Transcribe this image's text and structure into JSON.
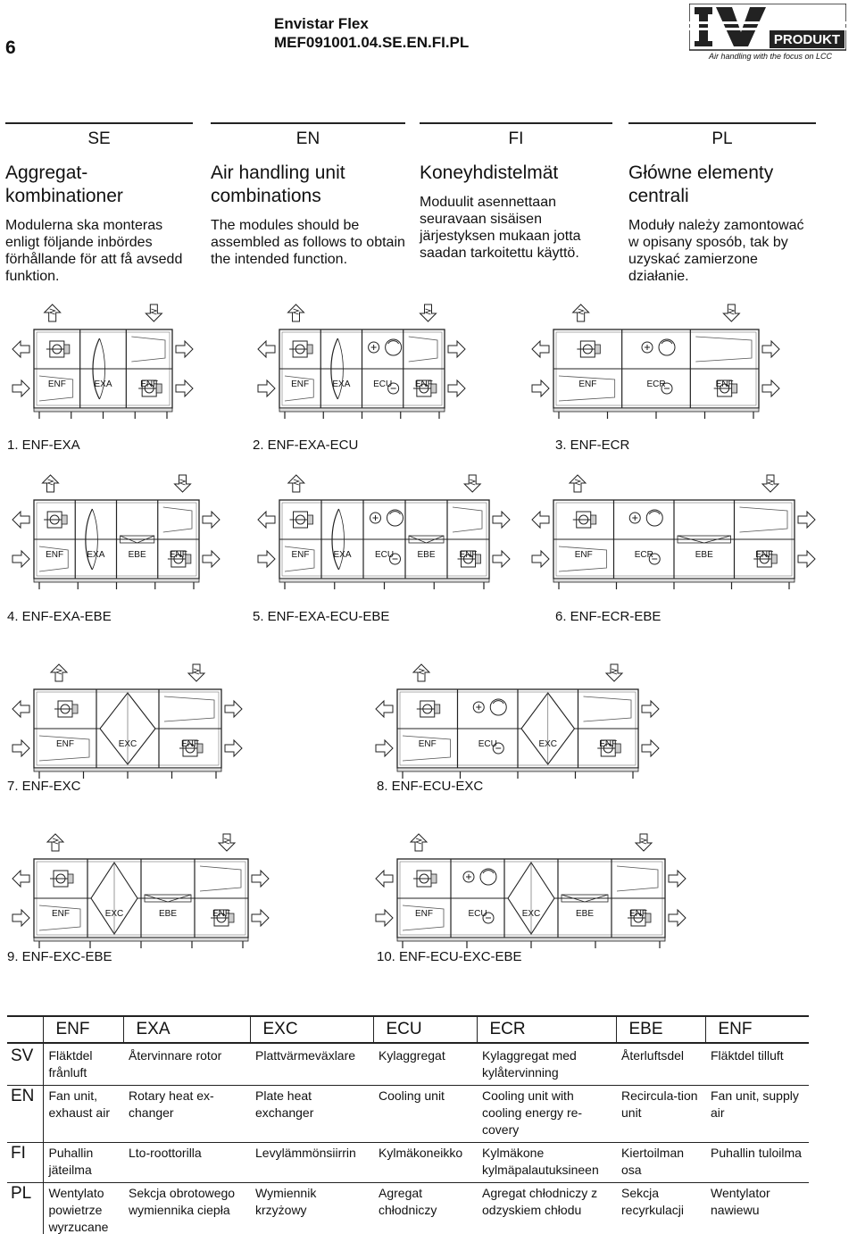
{
  "header": {
    "page_number": "6",
    "title_line1": "Envistar Flex",
    "title_line2": "MEF091001.04.SE.EN.FI.PL",
    "logo_tagline": "Air handling with the focus on LCC"
  },
  "columns": [
    {
      "code": "SE",
      "heading": "Aggregat-kombinationer",
      "body": "Modulerna ska monteras enligt följande inbördes förhållande för att få avsedd funktion."
    },
    {
      "code": "EN",
      "heading": "Air handling unit combinations",
      "body": "The modules should be assembled as follows to obtain the intended function."
    },
    {
      "code": "FI",
      "heading": "Koneyhdistelmät",
      "body": "Moduulit asennettaan seuravaan sisäisen järjestyksen mukaan jotta saadan tarkoitettu käyttö."
    },
    {
      "code": "PL",
      "heading": "Główne elementy centrali",
      "body": "Moduły należy zamontować w opisany sposób, tak by uzyskać zamierzone działanie."
    }
  ],
  "diagrams": [
    {
      "caption": "1. ENF-EXA",
      "labels": [
        "ENF",
        "EXA",
        "ENF"
      ]
    },
    {
      "caption": "2. ENF-EXA-ECU",
      "labels": [
        "ENF",
        "EXA",
        "ECU",
        "ENF"
      ]
    },
    {
      "caption": "3. ENF-ECR",
      "labels": [
        "ENF",
        "ECR",
        "ENF"
      ]
    },
    {
      "caption": "4. ENF-EXA-EBE",
      "labels": [
        "ENF",
        "EXA",
        "EBE",
        "ENF"
      ]
    },
    {
      "caption": "5. ENF-EXA-ECU-EBE",
      "labels": [
        "ENF",
        "EXA",
        "ECU",
        "EBE",
        "ENF"
      ]
    },
    {
      "caption": "6. ENF-ECR-EBE",
      "labels": [
        "ENF",
        "ECR",
        "EBE",
        "ENF"
      ]
    },
    {
      "caption": "7. ENF-EXC",
      "labels": [
        "ENF",
        "EXC",
        "ENF"
      ]
    },
    {
      "caption": "8. ENF-ECU-EXC",
      "labels": [
        "ENF",
        "ECU",
        "EXC",
        "ENF"
      ]
    },
    {
      "caption": "9. ENF-EXC-EBE",
      "labels": [
        "ENF",
        "EXC",
        "EBE",
        "ENF"
      ]
    },
    {
      "caption": "10. ENF-ECU-EXC-EBE",
      "labels": [
        "ENF",
        "ECU",
        "EXC",
        "EBE",
        "ENF"
      ]
    }
  ],
  "legend": {
    "headers": [
      "ENF",
      "EXA",
      "EXC",
      "ECU",
      "ECR",
      "EBE",
      "ENF"
    ],
    "rows": [
      {
        "lang": "SV",
        "cells": [
          "Fläktdel frånluft",
          "Återvinnare rotor",
          "Plattvärmeväxlare",
          "Kylaggregat",
          "Kylaggregat med kylåtervinning",
          "Återluftsdel",
          "Fläktdel tilluft"
        ]
      },
      {
        "lang": "EN",
        "cells": [
          "Fan unit, exhaust air",
          "Rotary heat ex-changer",
          "Plate heat exchanger",
          "Cooling unit",
          "Cooling unit with cooling energy re-covery",
          "Recircula-tion unit",
          "Fan unit, supply air"
        ]
      },
      {
        "lang": "FI",
        "cells": [
          "Puhallin jäteilma",
          "Lto-roottorilla",
          "Levylämmönsiirrin",
          "Kylmäkoneikko",
          "Kylmäkone kylmäpalautuksineen",
          "Kiertoilman osa",
          "Puhallin tuloilma"
        ]
      },
      {
        "lang": "PL",
        "cells": [
          "Wentylato powietrze wyrzucane",
          "Sekcja obrotowego wymiennika ciepła",
          "Wymiennik krzyżowy",
          "Agregat chłodniczy",
          "Agregat chłodniczy z odzyskiem chłodu",
          "Sekcja recyrkulacji",
          "Wentylator nawiewu"
        ]
      }
    ]
  }
}
